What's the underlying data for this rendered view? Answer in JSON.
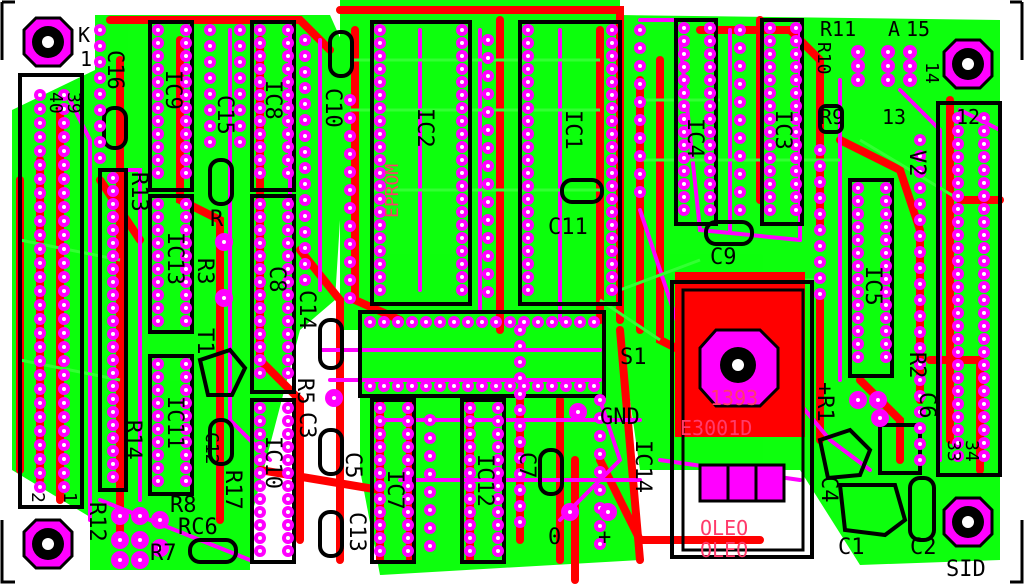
{
  "colors": {
    "background": "#ffffff",
    "trace_red": "#ff0000",
    "trace_green": "#00ff00",
    "trace_magenta": "#ff00ff",
    "outline": "#000000",
    "pad": "#ff00ff",
    "drill": "#ffffff"
  },
  "labels": {
    "k": "K",
    "k1": "1",
    "c16": "C16",
    "ic9": "IC9",
    "ic8": "IC8",
    "c15": "C15",
    "c10": "C10",
    "ic2": "IC2",
    "ic1": "IC1",
    "eprom": "EPROM",
    "ic4": "IC4",
    "ic3": "IC3",
    "r11": "R11",
    "r10": "R10",
    "r9": "R9",
    "a": "A",
    "n15": "15",
    "n14": "14",
    "n13": "13",
    "n12": "12",
    "n40": "40",
    "n39": "39",
    "r13": "R13",
    "r": "R",
    "r3": "R3",
    "ic13": "IC13",
    "c8": "C8",
    "c14": "C14",
    "c11": "C11",
    "c9": "C9",
    "v2": "V2",
    "ic5": "IC5",
    "s1": "S1",
    "t1": "T1",
    "r5": "R5",
    "ic11": "IC11",
    "r14": "R14",
    "ic10": "IC10",
    "c3": "C3",
    "c5": "C5",
    "ic7": "IC7",
    "ic12": "IC12",
    "c7": "C7",
    "gnd": "GND",
    "ic14": "IC14",
    "r1": "+R1",
    "r2": "R2",
    "c6b": "C6",
    "c4": "C4",
    "c13": "C13",
    "n33": "33",
    "n34": "34",
    "n2": "2",
    "n1": "1",
    "r12": "R12",
    "r8": "R8",
    "rc6": "RC6",
    "r7": "R7",
    "r17": "R17",
    "c12": "C12",
    "zero": "0",
    "plus": "+",
    "c1": "C1",
    "c2": "C2",
    "sid": "SID",
    "reg_top": "1393",
    "reg_mid": "E3001D",
    "pot_top": "OLEO",
    "pot_bot": "OLEO"
  }
}
